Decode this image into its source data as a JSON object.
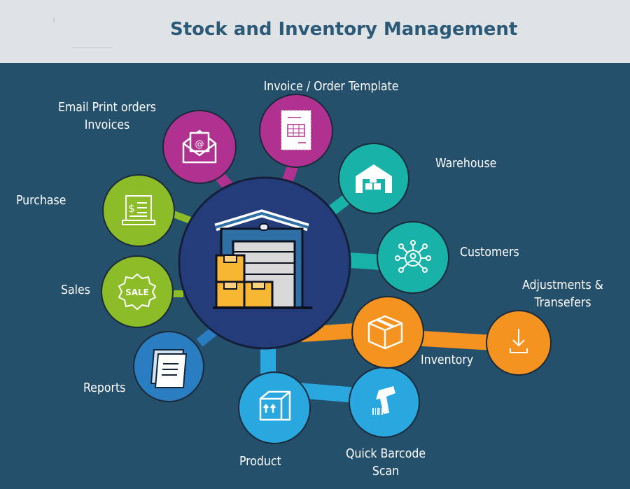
{
  "title": "Stock and Inventory Management",
  "labels": {
    "invoice_template": "Invoice / Order Template",
    "email_print_1": "Email Print orders",
    "email_print_2": "Invoices",
    "warehouse": "Warehouse",
    "purchase": "Purchase",
    "customers": "Customers",
    "adjustments_1": "Adjustments &",
    "adjustments_2": "Transefers",
    "sales": "Sales",
    "inventory": "Inventory",
    "reports": "Reports",
    "product": "Product",
    "barcode_1": "Quick Barcode",
    "barcode_2": "Scan"
  },
  "icon_text": {
    "sale": "SALE",
    "email_at": "@",
    "dollar": "$"
  },
  "colors": {
    "background": "#25506b",
    "header": "#e0e3e6",
    "title": "#2b5a78",
    "hub": "#243c7a",
    "magenta": "#b0318f",
    "teal": "#19b2a8",
    "green": "#8dbc29",
    "orange": "#f4931f",
    "blue": "#2b7dc2",
    "sky": "#29a7df"
  },
  "nodes": [
    {
      "id": "email-print",
      "icon": "envelope-icon",
      "color": "magenta"
    },
    {
      "id": "invoice-template",
      "icon": "invoice-icon",
      "color": "magenta"
    },
    {
      "id": "warehouse",
      "icon": "warehouse-icon",
      "color": "teal"
    },
    {
      "id": "customers",
      "icon": "network-icon",
      "color": "teal"
    },
    {
      "id": "purchase",
      "icon": "receipt-icon",
      "color": "green"
    },
    {
      "id": "sales",
      "icon": "sale-badge-icon",
      "color": "green"
    },
    {
      "id": "reports",
      "icon": "report-icon",
      "color": "blue"
    },
    {
      "id": "product",
      "icon": "box-icon",
      "color": "sky"
    },
    {
      "id": "barcode",
      "icon": "barcode-scanner-icon",
      "color": "sky"
    },
    {
      "id": "inventory",
      "icon": "package-icon",
      "color": "orange"
    },
    {
      "id": "adjustments",
      "icon": "download-tray-icon",
      "color": "orange"
    }
  ]
}
